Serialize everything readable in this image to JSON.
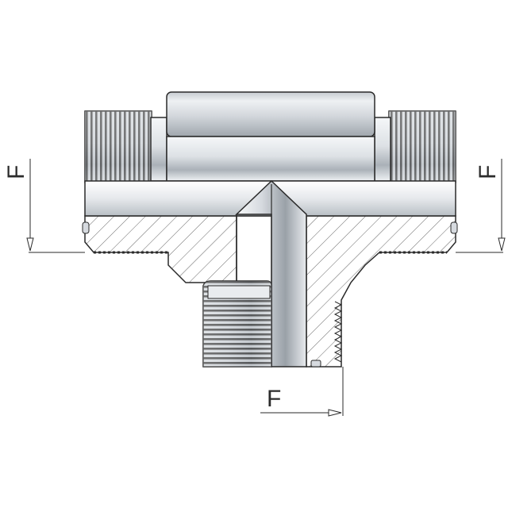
{
  "diagram": {
    "labels": {
      "left": "F",
      "right": "F",
      "bottom": "F"
    }
  },
  "colors": {
    "outline": "#2a2a2a",
    "metal_light": "#f4f6f8",
    "metal_mid": "#c9ced4",
    "metal_dark": "#8e959d",
    "hatch": "#555555"
  }
}
